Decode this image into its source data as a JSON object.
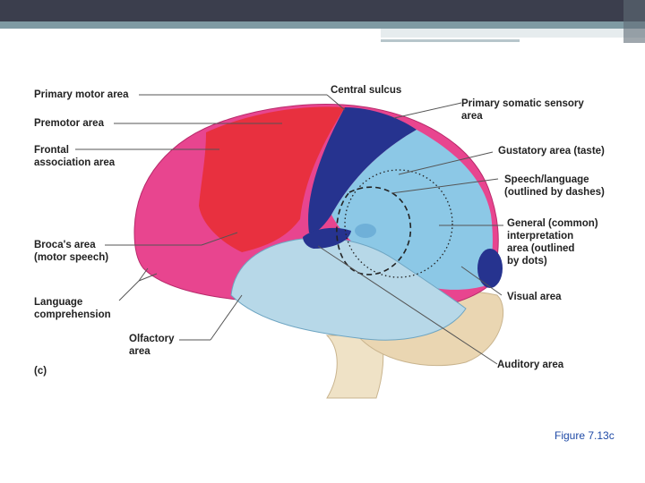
{
  "labels": {
    "primary_motor": "Primary motor area",
    "premotor": "Premotor area",
    "frontal_assoc": "Frontal\nassociation area",
    "broca": "Broca's area\n(motor speech)",
    "language_comp": "Language\ncomprehension",
    "olfactory": "Olfactory\narea",
    "panel": "(c)",
    "central_sulcus": "Central sulcus",
    "primary_somatic": "Primary somatic sensory\narea",
    "gustatory": "Gustatory area (taste)",
    "speech_language": "Speech/language\n(outlined by dashes)",
    "general_interp": "General (common)\ninterpretation\narea (outlined\nby dots)",
    "visual": "Visual area",
    "auditory": "Auditory area"
  },
  "caption": "Figure 7.13c",
  "colors": {
    "frontal": "#e8458f",
    "motor": "#e8303f",
    "sensory": "#26338f",
    "parietal": "#8cc8e6",
    "temporal": "#b7d8e8",
    "cerebellum": "#ead6b2",
    "brainstem": "#efe2c6"
  }
}
